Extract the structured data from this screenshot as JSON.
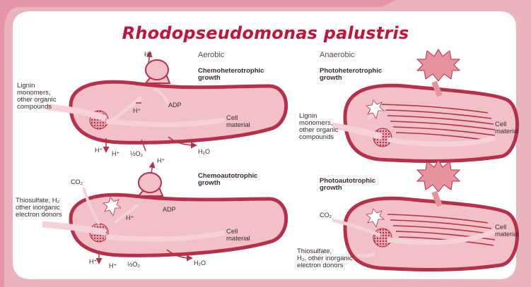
{
  "title": "Rhodopseudomonas palustris",
  "headers": {
    "aerobic": "Aerobic",
    "anaerobic": "Anaerobic"
  },
  "panels": {
    "chemohet": {
      "name": "Chemoheterotrophic\ngrowth",
      "input": "Lignin\nmonomers,\nother organic\ncompounds",
      "output": "Cell\nmaterial",
      "hplus": "H⁺",
      "adp": "ADP",
      "o2": "½O₂",
      "h2o": "H₂O"
    },
    "photohet": {
      "name": "Photoheterotrophic\ngrowth",
      "input": "Lignin\nmonomers,\nother organic\ncompounds",
      "output": "Cell\nmaterial"
    },
    "chemoauto": {
      "name": "Chemoautotrophic\ngrowth",
      "co2": "CO₂",
      "input": "Thiosulfate, H₂\nother inorganic\nelectron donors",
      "output": "Cell\nmaterial",
      "hplus": "H⁺",
      "adp": "ADP",
      "o2": "½O₂",
      "h2o": "H₂O"
    },
    "photoauto": {
      "name": "Photoautotrophic\ngrowth",
      "co2": "CO₂",
      "input": "Thiosulfate,\nH₂, other inorganic\nelectron donors",
      "output": "Cell\nmaterial"
    }
  },
  "colors": {
    "frame_pink": "#e8a9b5",
    "cell_wall": "#b5304a",
    "cell_fill": "#f2c1c8",
    "arrow": "#f6d2d8",
    "title": "#c0143c"
  }
}
